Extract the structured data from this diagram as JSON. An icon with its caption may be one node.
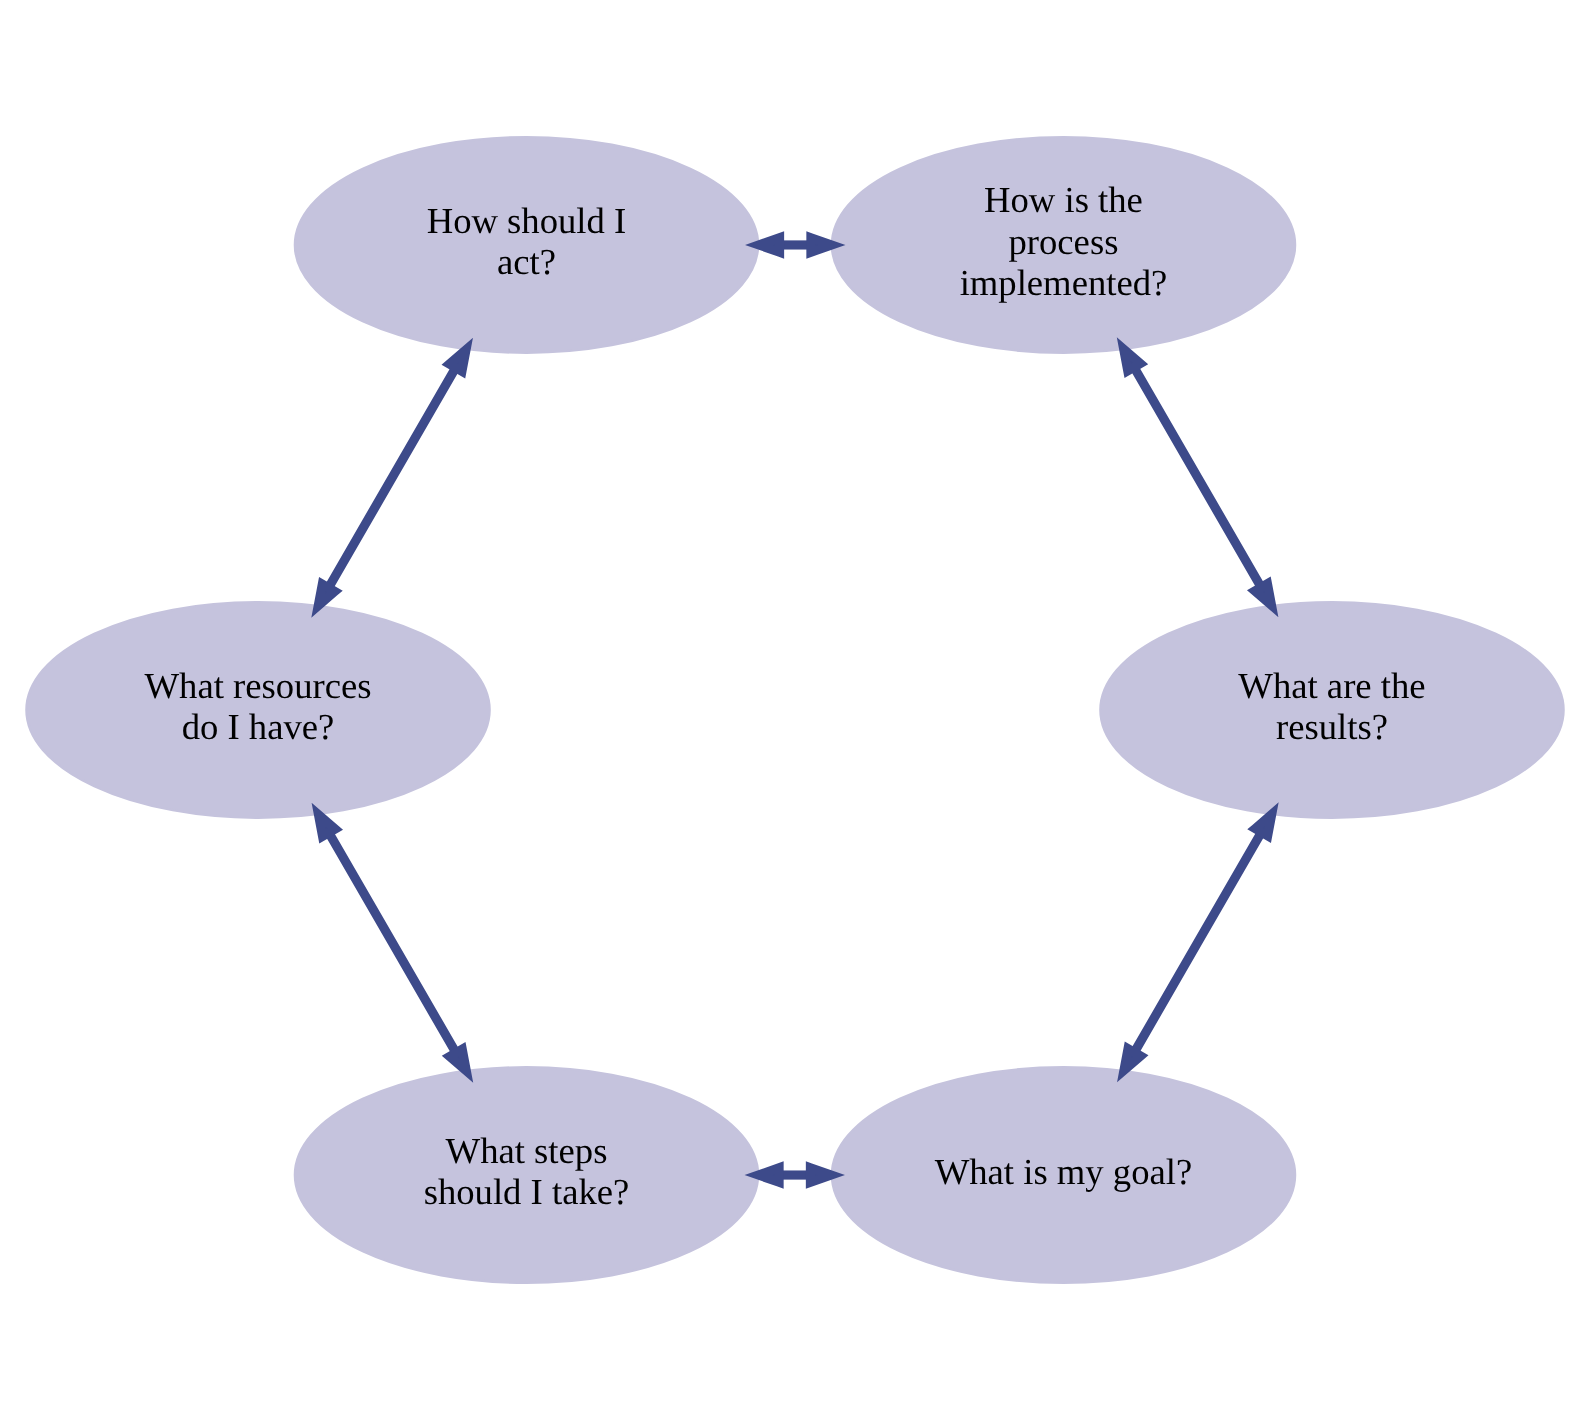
{
  "diagram": {
    "nodes": [
      {
        "text": [
          "What is my goal?"
        ]
      },
      {
        "text": [
          "What are the results?"
        ]
      },
      {
        "text": [
          "What steps should I take?"
        ]
      },
      {
        "text": [
          "How is the process implemented?"
        ]
      },
      {
        "text": [
          "What resources do I have?"
        ]
      },
      {
        "text": [
          "How should I act?"
        ]
      }
    ],
    "edges": [
      {
        "from": 0,
        "to": 2,
        "arrow": "both"
      },
      {
        "from": 2,
        "to": 4,
        "arrow": "both"
      },
      {
        "from": 4,
        "to": 5,
        "arrow": "both"
      },
      {
        "from": 5,
        "to": 3,
        "arrow": "both"
      },
      {
        "from": 3,
        "to": 1,
        "arrow": "both"
      },
      {
        "from": 1,
        "to": 0,
        "arrow": "both"
      }
    ]
  }
}
